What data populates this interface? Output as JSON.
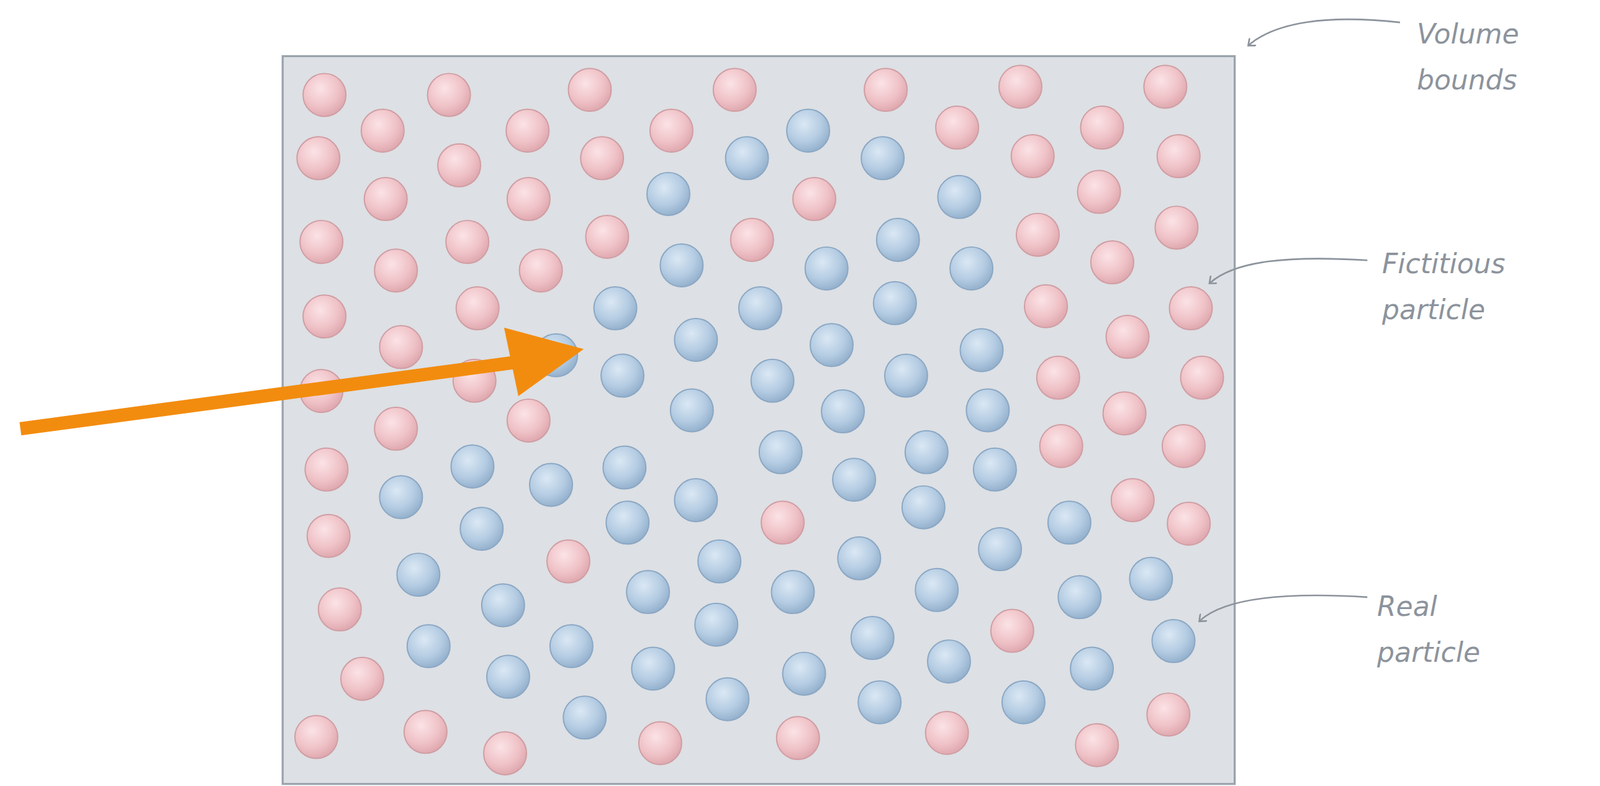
{
  "diagram": {
    "labels": [
      "Volume bounds",
      "Fictitious particle",
      "Real particle"
    ]
  }
}
